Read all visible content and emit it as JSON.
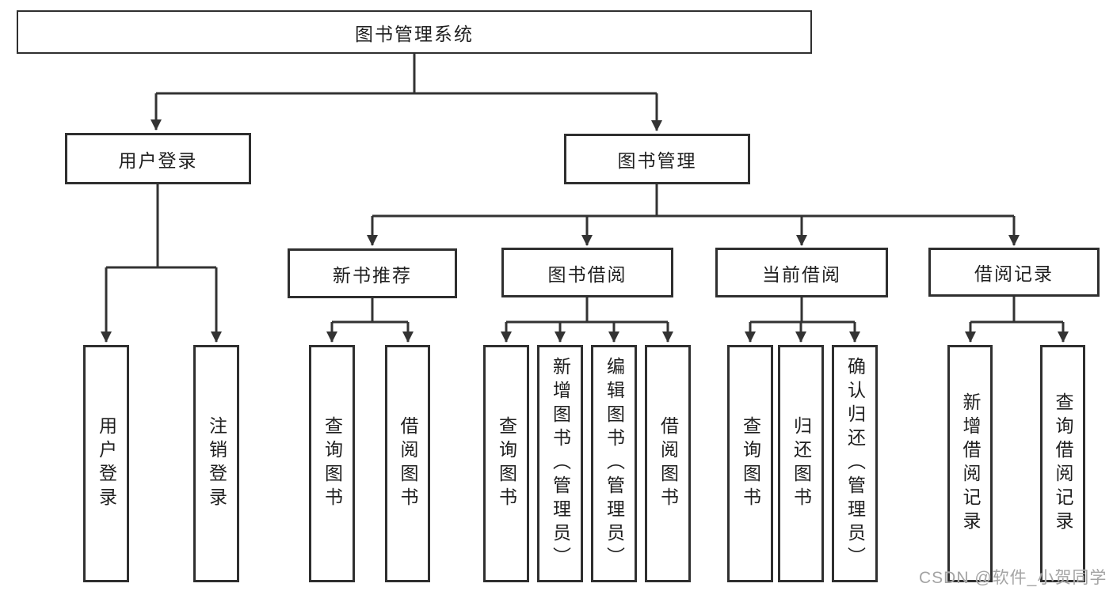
{
  "diagram": {
    "root": {
      "label": "图书管理系统"
    },
    "level2": [
      {
        "label": "用户登录"
      },
      {
        "label": "图书管理"
      }
    ],
    "level3": [
      {
        "label": "新书推荐"
      },
      {
        "label": "图书借阅"
      },
      {
        "label": "当前借阅"
      },
      {
        "label": "借阅记录"
      }
    ],
    "leaves": [
      {
        "label": "用户登录"
      },
      {
        "label": "注销登录"
      },
      {
        "label": "查询图书"
      },
      {
        "label": "借阅图书"
      },
      {
        "label": "查询图书"
      },
      {
        "label": "新增图书（管理员）"
      },
      {
        "label": "编辑图书（管理员）"
      },
      {
        "label": "借阅图书"
      },
      {
        "label": "查询图书"
      },
      {
        "label": "归还图书"
      },
      {
        "label": "确认归还（管理员）"
      },
      {
        "label": "新增借阅记录"
      },
      {
        "label": "查询借阅记录"
      }
    ]
  },
  "watermark": "CSDN @软件_小贺同学",
  "colors": {
    "line": "#333333",
    "box_border": "#2f2f2f",
    "text": "#1f1f1f",
    "watermark": "#a4a4a4"
  }
}
